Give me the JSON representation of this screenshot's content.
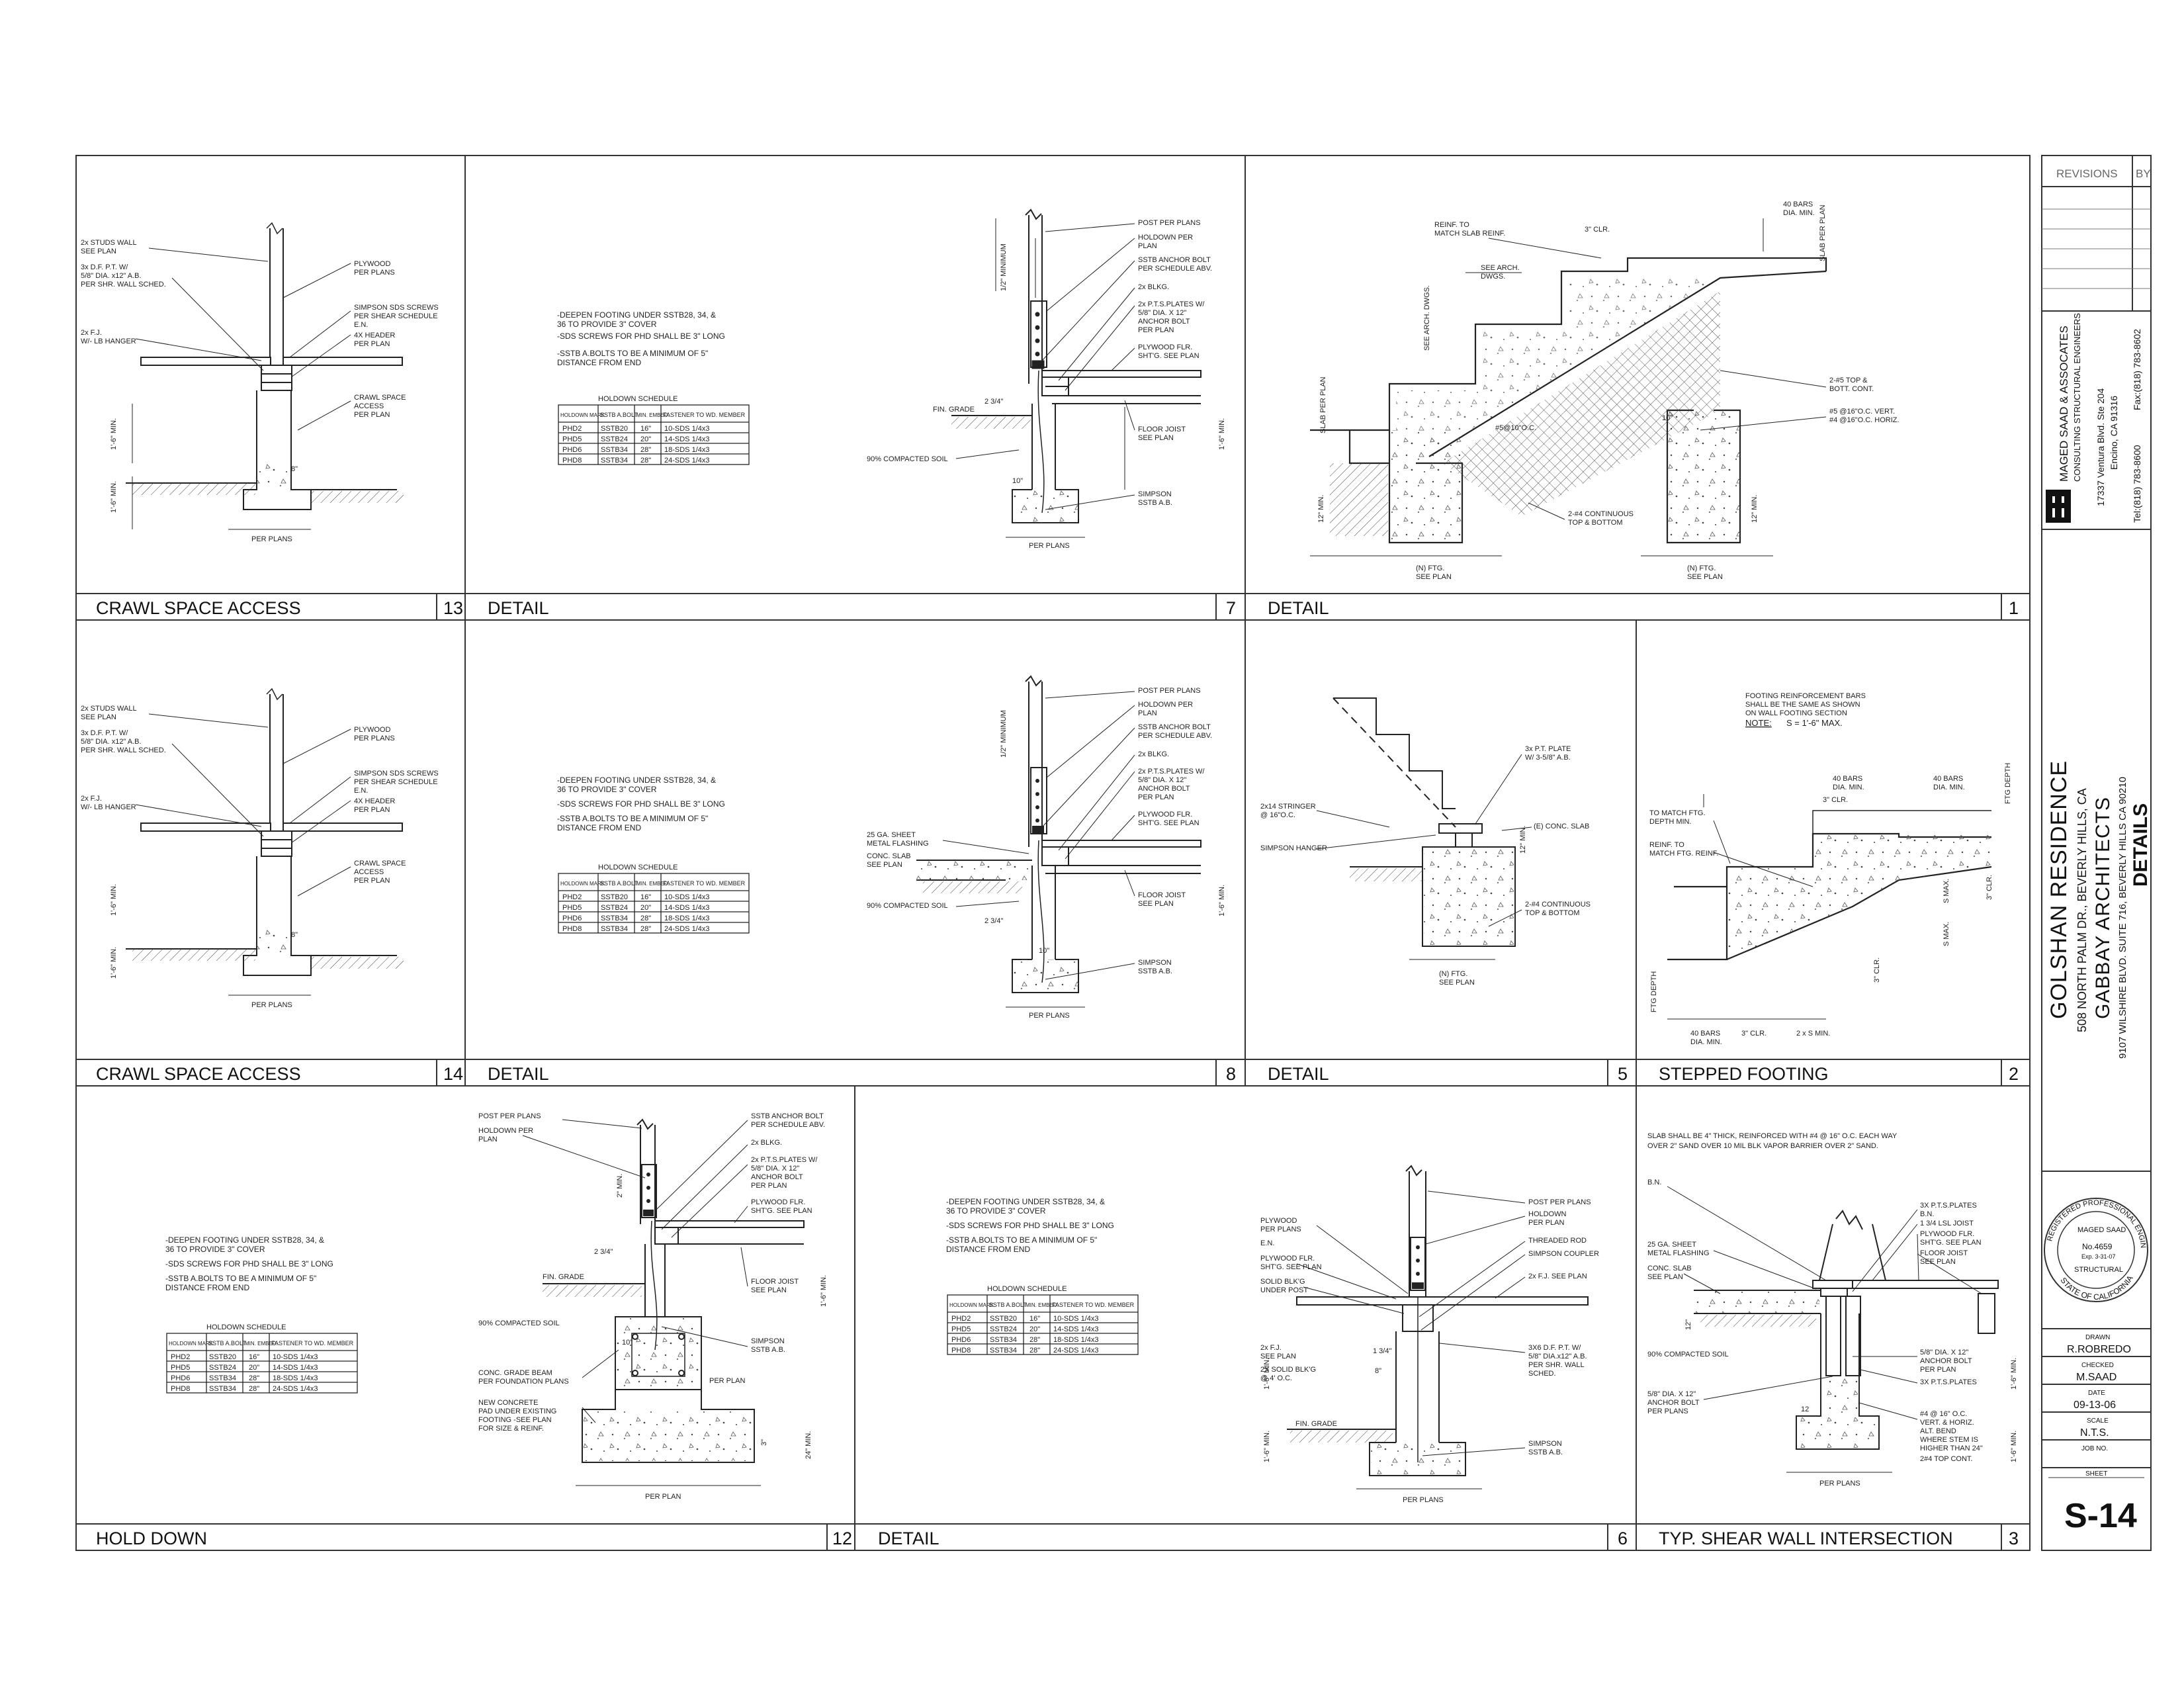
{
  "details": [
    {
      "title": "CRAWL SPACE ACCESS",
      "number": "13"
    },
    {
      "title": "DETAIL",
      "number": "7"
    },
    {
      "title": "DETAIL",
      "number": "1"
    },
    {
      "title": "CRAWL SPACE ACCESS",
      "number": "14"
    },
    {
      "title": "DETAIL",
      "number": "8"
    },
    {
      "title": "DETAIL",
      "number": "5"
    },
    {
      "title": "STEPPED FOOTING",
      "number": "2"
    },
    {
      "title": "HOLD DOWN",
      "number": "12"
    },
    {
      "title": "DETAIL",
      "number": "6"
    },
    {
      "title": "TYP. SHEAR WALL INTERSECTION",
      "number": "3"
    }
  ],
  "notes": {
    "crawl": [
      "2x STUDS WALL",
      "SEE PLAN",
      "3x D.F. P.T. W/",
      "5/8\" DIA. x12\" A.B.",
      "PER SHR. WALL SCHED.",
      "2x F.J.",
      "W/- LB HANGER",
      "PLYWOOD",
      "PER PLANS",
      "SIMPSON SDS SCREWS",
      "PER SHEAR SCHEDULE",
      "E.N.",
      "4X HEADER",
      "PER PLAN",
      "CRAWL SPACE",
      "ACCESS",
      "PER PLAN",
      "PER PLANS",
      "1'-6\" MIN.",
      "1'-6\" MIN.",
      "8\""
    ],
    "general": [
      "-DEEPEN FOOTING UNDER SSTB28, 34, &",
      " 36 TO PROVIDE 3\" COVER",
      "-SDS SCREWS FOR PHD SHALL BE 3\" LONG",
      "-SSTB A.BOLTS TO BE A MINIMUM OF 5\"",
      " DISTANCE FROM END"
    ],
    "holddown_right": [
      "POST PER PLANS",
      "HOLDOWN PER",
      "PLAN",
      "SSTB ANCHOR BOLT",
      "PER SCHEDULE ABV.",
      "2x BLKG.",
      "2x P.T.S.PLATES W/",
      "5/8\" DIA. X 12\"",
      "ANCHOR BOLT",
      "PER PLAN",
      "PLYWOOD FLR.",
      "SHT'G. SEE PLAN",
      "FLOOR JOIST",
      "SEE PLAN",
      "SIMPSON",
      "SSTB A.B.",
      "PER PLANS",
      "1/2\" MINIMUM",
      "2 3/4\"",
      "10\""
    ],
    "holddown_left": [
      "FIN. GRADE",
      "90% COMPACTED SOIL"
    ],
    "holddown8_left": [
      "25 GA. SHEET",
      "METAL FLASHING",
      "CONC. SLAB",
      "SEE PLAN",
      "90% COMPACTED SOIL"
    ],
    "stair1": [
      "REINF. TO",
      "MATCH SLAB REINF.",
      "3\" CLR.",
      "40 BARS",
      "DIA. MIN.",
      "SLAB PER PLAN",
      "SEE ARCH.",
      "DWGS.",
      "SEE ARCH. DWGS.",
      "SLAB PER PLAN",
      "2-#5 TOP &",
      "BOTT. CONT.",
      "#5 @16\"O.C. VERT.",
      "#4 @16\"O.C. HORIZ.",
      "#5@10\"O.C.",
      "2-#4 CONTINUOUS",
      "TOP & BOTTOM",
      "(N) FTG.",
      "SEE PLAN",
      "(N) FTG.",
      "SEE PLAN",
      "10\"",
      "12\" MIN.",
      "12\" MIN."
    ],
    "detail5": [
      "3x P.T. PLATE",
      "W/ 3-5/8\" A.B.",
      "(E) CONC. SLAB",
      "2x14 STRINGER",
      "@ 16\"O.C.",
      "SIMPSON HANGER",
      "2-#4 CONTINUOUS",
      "TOP & BOTTOM",
      "(N) FTG.",
      "SEE PLAN",
      "12\" MIN."
    ],
    "stepped": [
      "FOOTING REINFORCEMENT BARS",
      "SHALL BE THE SAME AS SHOWN",
      "ON WALL FOOTING SECTION",
      "NOTE:",
      "S = 1'-6\" MAX.",
      "40 BARS",
      "DIA. MIN.",
      "40 BARS",
      "DIA. MIN.",
      "3\" CLR.",
      "TO MATCH FTG.",
      "DEPTH MIN.",
      "REINF. TO",
      "MATCH FTG. REINF.",
      "FTG DEPTH",
      "FTG DEPTH",
      "40 BARS",
      "DIA. MIN.",
      "3\" CLR.",
      "2 x S MIN.",
      "3\" CLR.",
      "S MAX.",
      "S MAX.",
      "3\" CLR."
    ],
    "hd12": [
      "POST PER PLANS",
      "HOLDOWN PER",
      "PLAN",
      "SSTB ANCHOR BOLT",
      "PER SCHEDULE ABV.",
      "2x BLKG.",
      "2x P.T.S.PLATES W/",
      "5/8\" DIA. X 12\"",
      "ANCHOR BOLT",
      "PER PLAN",
      "PLYWOOD FLR.",
      "SHT'G. SEE PLAN",
      "FLOOR JOIST",
      "SEE PLAN",
      "SIMPSON",
      "SSTB A.B.",
      "FIN. GRADE",
      "90% COMPACTED SOIL",
      "CONC. GRADE BEAM",
      "PER FOUNDATION PLANS",
      "NEW CONCRETE",
      "PAD UNDER EXISTING",
      "FOOTING -SEE PLAN",
      "FOR SIZE & REINF.",
      "PER PLAN",
      "PER PLAN",
      "2 3/4\"",
      "10\"",
      "2\" MIN.",
      "1'-6\" MIN.",
      "3\"",
      "24\" MIN."
    ],
    "d6": [
      "PLYWOOD",
      "PER PLANS",
      "E.N.",
      "PLYWOOD FLR.",
      "SHT'G. SEE PLAN",
      "SOLID BLK'G",
      "UNDER POST",
      "POST PER PLANS",
      "HOLDOWN",
      "PER PLAN",
      "THREADED ROD",
      "SIMPSON COUPLER",
      "2x F.J. SEE PLAN",
      "2x F.J.",
      "SEE PLAN",
      "2X SOLID BLK'G",
      "@ 4' O.C.",
      "3X6 D.F. P.T. W/",
      "5/8\" DIA.x12\" A.B.",
      "PER SHR. WALL",
      "SCHED.",
      "FIN. GRADE",
      "SIMPSON",
      "SSTB A.B.",
      "PER PLANS",
      "1 3/4\"",
      "8\"",
      "1'-6\" MIN.",
      "1'-6\" MIN."
    ],
    "d3": [
      "SLAB SHALL BE 4\" THICK, REINFORCED WITH #4 @ 16\" O.C. EACH WAY",
      "OVER 2\" SAND OVER 10 MIL BLK VAPOR BARRIER OVER 2\" SAND.",
      "B.N.",
      "3X P.T.S.PLATES",
      "B.N.",
      "1 3/4 LSL JOIST",
      "PLYWOOD FLR.",
      "SHT'G. SEE PLAN",
      "FLOOR JOIST",
      "SEE PLAN",
      "25 GA. SHEET",
      "METAL FLASHING",
      "CONC. SLAB",
      "SEE PLAN",
      "90% COMPACTED SOIL",
      "5/8\" DIA. X 12\"",
      "ANCHOR BOLT",
      "PER PLAN",
      "3X P.T.S.PLATES",
      "5/8\" DIA. X 12\"",
      "ANCHOR BOLT",
      "PER PLANS",
      "#4 @ 16\" O.C.",
      "VERT. & HORIZ.",
      "ALT. BEND",
      "WHERE STEM IS",
      "HIGHER THAN 24\"",
      "2#4 TOP CONT.",
      "PER PLANS",
      "12\"",
      "12",
      "1'-6\" MIN.",
      "1'-6\" MIN."
    ]
  },
  "schedule": {
    "title": "HOLDOWN SCHEDULE",
    "headers": [
      "HOLDOWN MARK",
      "SSTB A.BOLT",
      "MIN. EMBED.",
      "FASTENER TO WD. MEMBER"
    ],
    "rows": [
      [
        "PHD2",
        "SSTB20",
        "16\"",
        "10-SDS 1/4x3"
      ],
      [
        "PHD5",
        "SSTB24",
        "20\"",
        "14-SDS 1/4x3"
      ],
      [
        "PHD6",
        "SSTB34",
        "28\"",
        "18-SDS 1/4x3"
      ],
      [
        "PHD8",
        "SSTB34",
        "28\"",
        "24-SDS 1/4x3"
      ]
    ]
  },
  "titleblock": {
    "revisions": "REVISIONS",
    "by": "BY",
    "engineer": {
      "name": "MAGED SAAD & ASSOCATES",
      "sub": "CONSULTING STRUCTURAL ENGINEERS",
      "addr1": "17337 Ventura Blvd. Ste 204",
      "addr2": "Encino, CA 91316",
      "tel": "Tel:(818) 783-8600",
      "fax": "Fax:(818) 783-8602"
    },
    "project": {
      "name": "GOLSHAN RESIDENCE",
      "address": "508 NORTH PALM DR., BEVERLY HILLS, CA",
      "architect": "GABBAY ARCHITECTS",
      "arch_address": "9107 WILSHIRE BLVD. SUITE 716, BEVERLY HILLS CA 90210",
      "sheet_title": "DETAILS"
    },
    "seal": {
      "ring_top": "REGISTERED PROFESSIONAL ENGINEER",
      "center1": "MAGED SAAD",
      "no": "No.4659",
      "exp": "Exp. 3-31-07",
      "structural": "STRUCTURAL",
      "ring_bottom": "STATE OF CALIFORNIA"
    },
    "drawn_label": "DRAWN",
    "drawn": "R.ROBREDO",
    "checked_label": "CHECKED",
    "checked": "M.SAAD",
    "date_label": "DATE",
    "date": "09-13-06",
    "scale_label": "SCALE",
    "scale": "N.T.S.",
    "job_label": "JOB NO.",
    "sheet_label": "SHEET",
    "sheet": "S-14"
  }
}
